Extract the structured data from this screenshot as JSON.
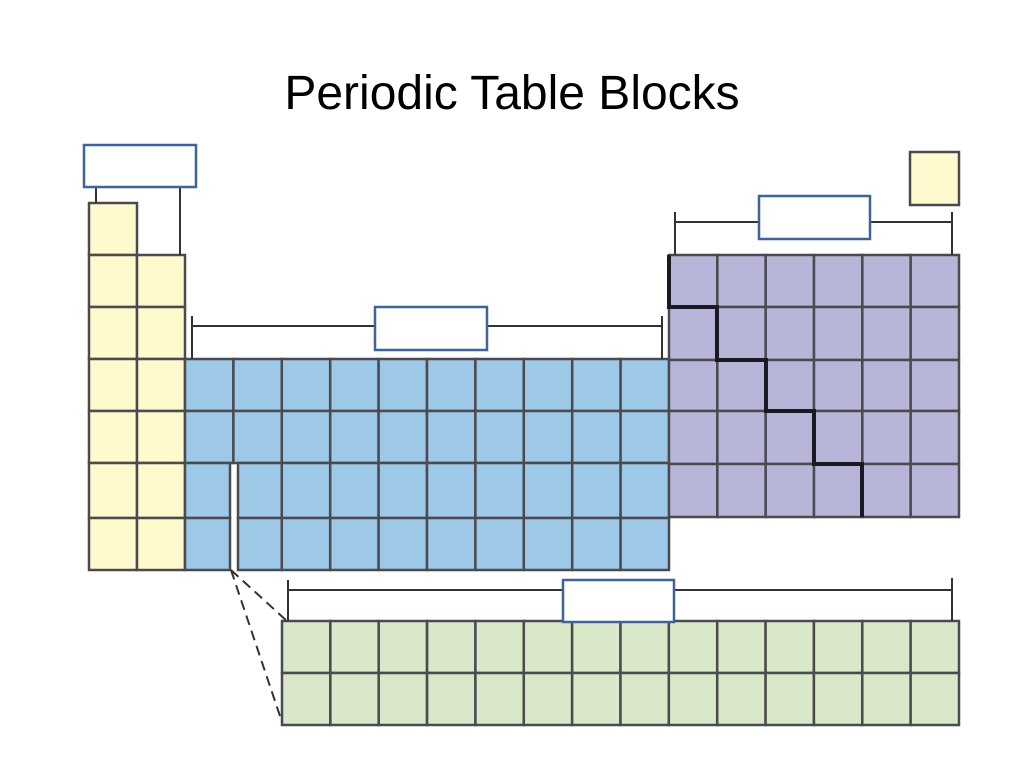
{
  "title": "Periodic Table Blocks",
  "colors": {
    "s_block": "#fffacd",
    "d_block": "#9dc8e8",
    "p_block": "#b7b5d8",
    "f_block": "#d8e8c8",
    "cell_border": "#4a4a4f",
    "label_box_border": "#3e6496"
  },
  "blocks": {
    "s": {
      "rows": 7,
      "cols": 2
    },
    "d": {
      "rows": 4,
      "cols": 10
    },
    "p": {
      "rows": 5,
      "cols": 6
    },
    "f": {
      "rows": 2,
      "cols": 14
    }
  }
}
